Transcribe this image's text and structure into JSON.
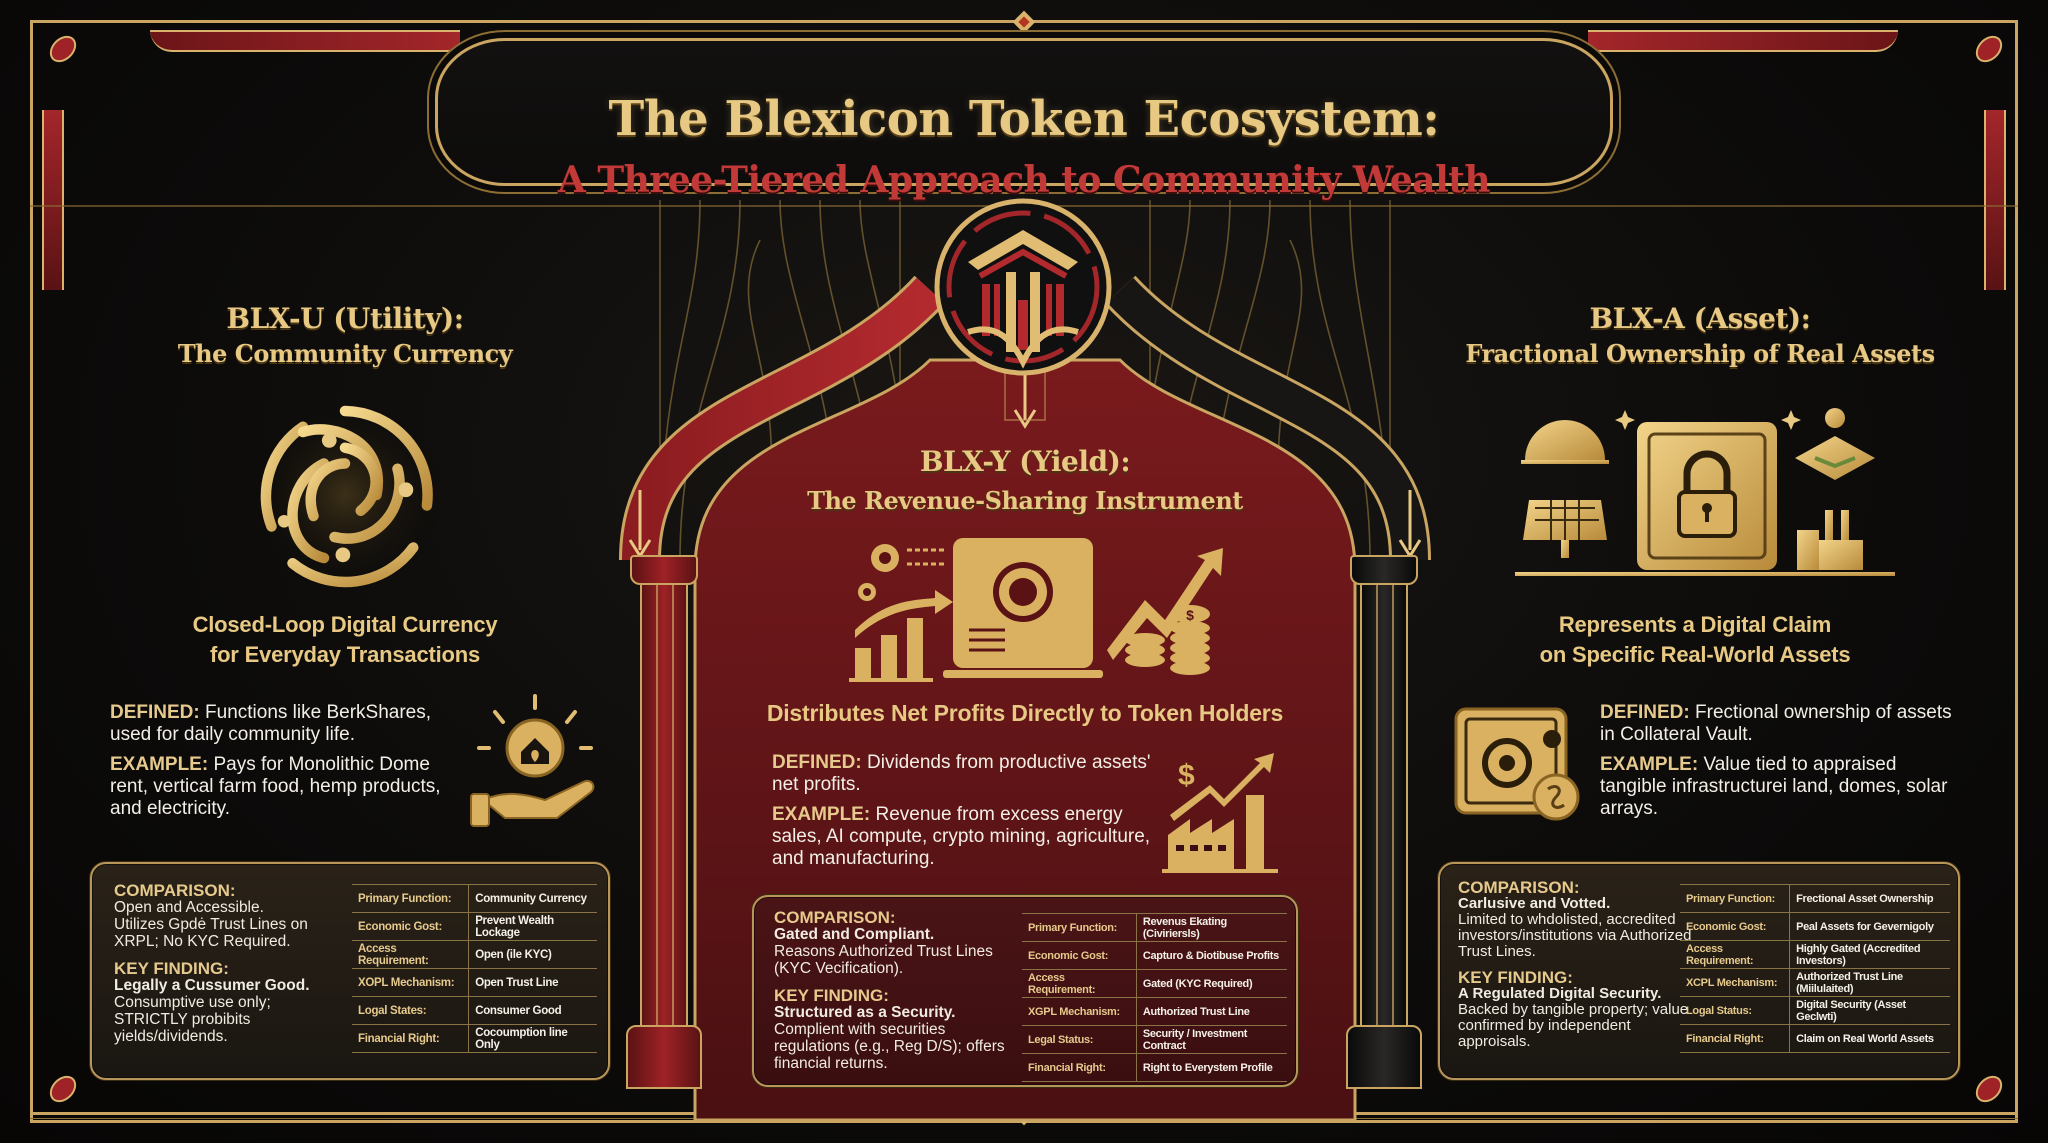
{
  "header": {
    "title": "The Blexicon Token Ecosystem:",
    "subtitle": "A Three-Tiered Approach to Community Wealth"
  },
  "colors": {
    "gold": "#e8c984",
    "gold_line": "#c9a561",
    "crimson": "#9e2226",
    "subtitle_red": "#c23a38",
    "background": "#0b0a09"
  },
  "tiers": {
    "utility": {
      "heading": "BLX-U (Utility):",
      "subheading": "The Community Currency",
      "icon": "swirl-currency-icon",
      "tagline_line1": "Closed-Loop Digital Currency",
      "tagline_line2": "for Everyday Transactions",
      "defined_label": "DEFINED:",
      "defined_text": "Functions like BerkShares, used for daily community life.",
      "example_label": "EXAMPLE:",
      "example_text": "Pays for Monolithic Dome rent, vertical farm food, hemp products, and electricity.",
      "side_icon": "hand-coin-house-icon",
      "comparison_label": "COMPARISON:",
      "comparison_lead": "Open and Accessible.",
      "comparison_text": "Utilizes Gpdė Trust Lines on XRPL; No KYC Required.",
      "finding_label": "KEY FINDING:",
      "finding_lead": "Legally a Cussumer Good.",
      "finding_text": "Consumptive use only; STRICTLY probibits yields/dividends.",
      "table": [
        {
          "key": "Primary Function:",
          "value": "Community Currency"
        },
        {
          "key": "Economic Gost:",
          "value": "Prevent Wealth Lockage"
        },
        {
          "key": "Access Requirement:",
          "value": "Open (ile KYC)"
        },
        {
          "key": "XOPL Mechanism:",
          "value": "Open Trust Line"
        },
        {
          "key": "Logal States:",
          "value": "Consumer Good"
        },
        {
          "key": "Financial Right:",
          "value": "Cocoumption line Only"
        }
      ]
    },
    "yield": {
      "heading": "BLX-Y (Yield):",
      "subheading": "The Revenue-Sharing Instrument",
      "icon": "revenue-machine-icon",
      "tagline": "Distributes Net Profits Directly to Token Holders",
      "defined_label": "DEFINED:",
      "defined_text": "Dividends from productive assets' net profits.",
      "example_label": "EXAMPLE:",
      "example_text": "Revenue from excess energy sales, AI compute, crypto mining, agriculture, and manufacturing.",
      "side_icon": "factory-growth-icon",
      "comparison_label": "COMPARISON:",
      "comparison_lead": "Gated and Compliant.",
      "comparison_text": "Reasons Authorized Trust Lines (KYC Vecification).",
      "finding_label": "KEY FINDING:",
      "finding_lead": "Structured as a Security.",
      "finding_text": "Complient with securities regulations (e.g., Reg D/S); offers financial returns.",
      "table": [
        {
          "key": "Primary Function:",
          "value": "Revenus Ekating (Civiriersls)"
        },
        {
          "key": "Economic Gost:",
          "value": "Capturo & Diotibuse Profits"
        },
        {
          "key": "Access Requirement:",
          "value": "Gated (KYC Required)"
        },
        {
          "key": "XGPL Mechanism:",
          "value": "Authorized Trust Line"
        },
        {
          "key": "Legal Status:",
          "value": "Security / Investment Contract"
        },
        {
          "key": "Financial Right:",
          "value": "Right to Everystem Profile"
        }
      ]
    },
    "asset": {
      "heading": "BLX-A (Asset):",
      "subheading": "Fractional Ownership of Real Assets",
      "icon": "vault-real-assets-icon",
      "tagline_line1": "Represents a Digital Claim",
      "tagline_line2": "on Specific Real-World Assets",
      "defined_label": "DEFINED:",
      "defined_text": "Frectional ownership of assets in Collateral Vault.",
      "example_label": "EXAMPLE:",
      "example_text": "Value tied to appraised tangible infrastructurei land, domes, solar arrays.",
      "side_icon": "safe-coin-icon",
      "comparison_label": "COMPARISON:",
      "comparison_lead": "Carlusive and Votted.",
      "comparison_text": "Limited to whdolisted, accredited investors/institutions via Authorized Trust Lines.",
      "finding_label": "KEY FINDING:",
      "finding_lead": "A Regulated Digital Security.",
      "finding_text": "Backed by tangible property; value confirmed by independent approisals.",
      "table": [
        {
          "key": "Primary Function:",
          "value": "Frectional Asset Ownership"
        },
        {
          "key": "Economic Gost:",
          "value": "Peal Assets for Gevernigoly"
        },
        {
          "key": "Access Requirement:",
          "value": "Highly Gated (Accredited Investors)"
        },
        {
          "key": "XCPL Mechanism:",
          "value": "Authorized Trust Line (Miilulaited)"
        },
        {
          "key": "Logal Status:",
          "value": "Digital Security (Asset Geclwti)"
        },
        {
          "key": "Financial Right:",
          "value": "Claim on Real World Assets"
        }
      ]
    }
  }
}
